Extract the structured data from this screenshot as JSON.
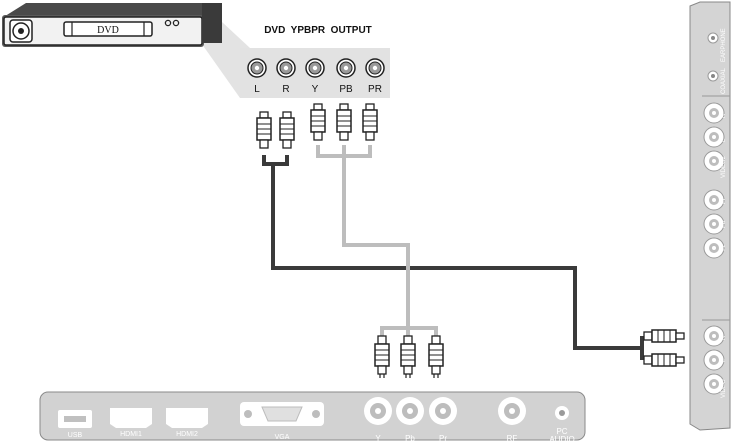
{
  "dvd_player": {
    "tray_label": "DVD"
  },
  "output_panel": {
    "title": "DVD  YPBPR  OUTPUT",
    "jacks": [
      {
        "label": "L",
        "color": "#9a9a9a"
      },
      {
        "label": "R",
        "color": "#9a9a9a"
      },
      {
        "label": "Y",
        "color": "#9a9a9a"
      },
      {
        "label": "PB",
        "color": "#9a9a9a"
      },
      {
        "label": "PR",
        "color": "#9a9a9a"
      }
    ]
  },
  "tv_side_panel": {
    "labels": [
      "EARPHONE",
      "COAXIAL",
      "R",
      "L",
      "VIDEO2",
      "Pr",
      "Pb",
      "Y1",
      "R",
      "L",
      "VIDEO"
    ]
  },
  "tv_rear_panel": {
    "ports": [
      "USB",
      "HDMI1",
      "HDMI2",
      "VGA",
      "Y",
      "Pb",
      "Pr",
      "RF",
      "PC",
      "AUDIO"
    ]
  },
  "cables": {
    "audio_color": "#3a3a3a",
    "video_color": "#bdbdbd"
  }
}
